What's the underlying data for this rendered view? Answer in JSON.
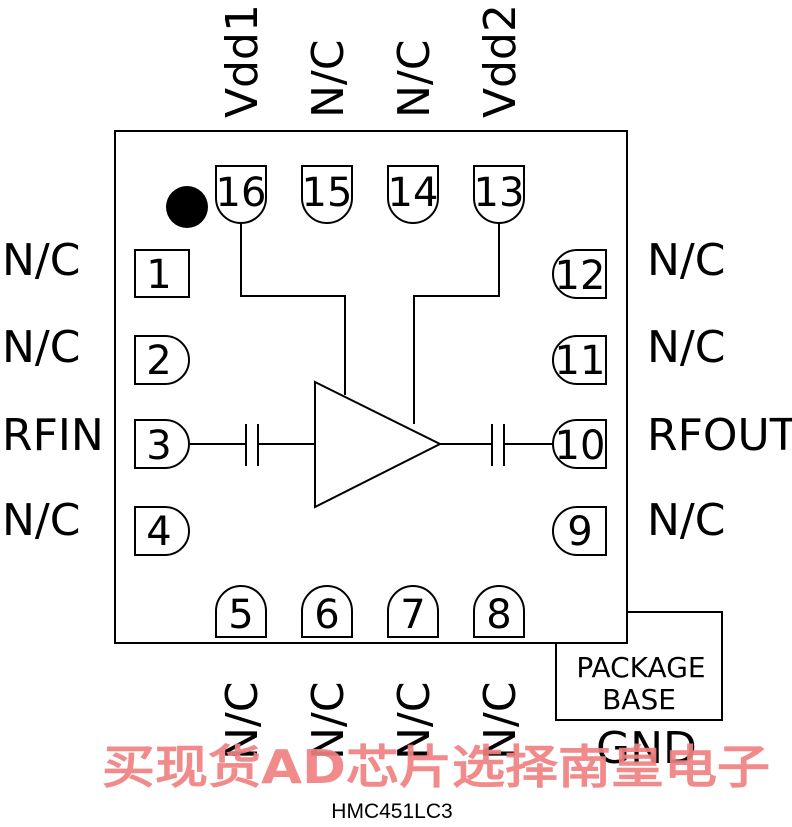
{
  "pins_top": [
    {
      "num": "16",
      "label": "Vdd1"
    },
    {
      "num": "15",
      "label": "N/C"
    },
    {
      "num": "14",
      "label": "N/C"
    },
    {
      "num": "13",
      "label": "Vdd2"
    }
  ],
  "pins_left": [
    {
      "num": "1",
      "label": "N/C"
    },
    {
      "num": "2",
      "label": "N/C"
    },
    {
      "num": "3",
      "label": "RFIN"
    },
    {
      "num": "4",
      "label": "N/C"
    }
  ],
  "pins_right": [
    {
      "num": "12",
      "label": "N/C"
    },
    {
      "num": "11",
      "label": "N/C"
    },
    {
      "num": "10",
      "label": "RFOUT"
    },
    {
      "num": "9",
      "label": "N/C"
    }
  ],
  "pins_bottom": [
    {
      "num": "5",
      "label": "N/C"
    },
    {
      "num": "6",
      "label": "N/C"
    },
    {
      "num": "7",
      "label": "N/C"
    },
    {
      "num": "8",
      "label": "N/C"
    }
  ],
  "package_base": {
    "line1": "PACKAGE",
    "line2": "BASE",
    "label": "GND"
  },
  "part_number": "HMC451LC3",
  "watermark": "买现货AD芯片选择南皇电子",
  "colors": {
    "line": "#000000",
    "watermark": "#f08080"
  }
}
